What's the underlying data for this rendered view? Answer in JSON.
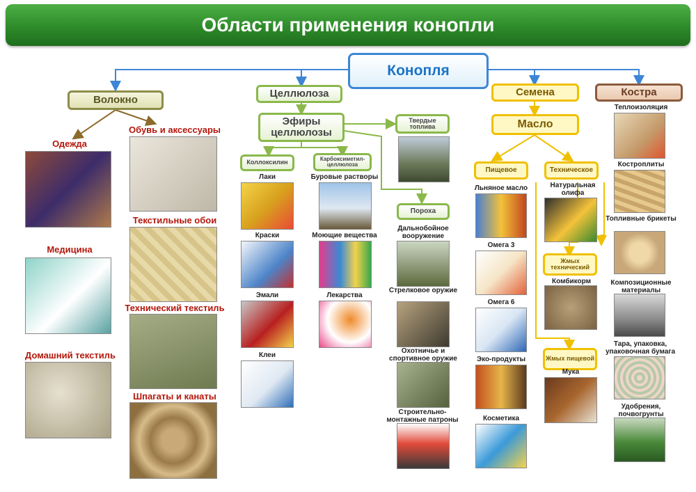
{
  "title": "Области применения конопли",
  "root": "Конопля",
  "branches": {
    "fiber": "Волокно",
    "cellulose": "Целлюлоза",
    "seeds": "Семена",
    "shives": "Костра"
  },
  "cellulose_sub": {
    "ethers": "Эфиры целлюлозы",
    "solid_fuel": "Твердые топлива",
    "collodion": "Коллоксилин",
    "cmc": "Карбоксиметил-целлюлоза",
    "powder": "Пороха"
  },
  "seeds_sub": {
    "oil": "Масло",
    "food": "Пищевое",
    "technical": "Техническое",
    "fat_tech": "Жмых технический",
    "fat_food": "Жмых пищевой"
  },
  "fiber_items": {
    "clothes": "Одежда",
    "medicine": "Медицина",
    "home_textile": "Домашний текстиль",
    "shoes": "Обувь и аксессуары",
    "wallpaper": "Текстильные обои",
    "tech_textile": "Технический текстиль",
    "twine": "Шпагаты и канаты"
  },
  "collodion_items": [
    "Лаки",
    "Краски",
    "Эмали",
    "Клеи"
  ],
  "cmc_items": [
    "Буровые растворы",
    "Моющие вещества",
    "Лекарства"
  ],
  "powder_items": [
    "Дальнобойное вооружение",
    "Стрелковое оружие",
    "Охотничье и спортивное оружие",
    "Строительно-монтажные патроны"
  ],
  "food_items": [
    "Льняное масло",
    "Омега 3",
    "Омега 6",
    "Эко-продукты",
    "Косметика"
  ],
  "tech_items": [
    "Натуральная олифа",
    "Комбикорм",
    "Мука"
  ],
  "shives_items": [
    "Теплоизоляция",
    "Кострoплиты",
    "Топливные брикеты",
    "Композиционные материалы",
    "Тара, упаковка, упаковочная бумага",
    "Удобрения, почвогрунты"
  ],
  "colors": {
    "banner": "#2e8b2a",
    "root_border": "#3d86d6",
    "fiber_border": "#8c8c4a",
    "seeds_border": "#f0c000",
    "shives_border": "#8b5a3c",
    "cellulose_border": "#8ab84a",
    "red_label": "#b3170c"
  }
}
